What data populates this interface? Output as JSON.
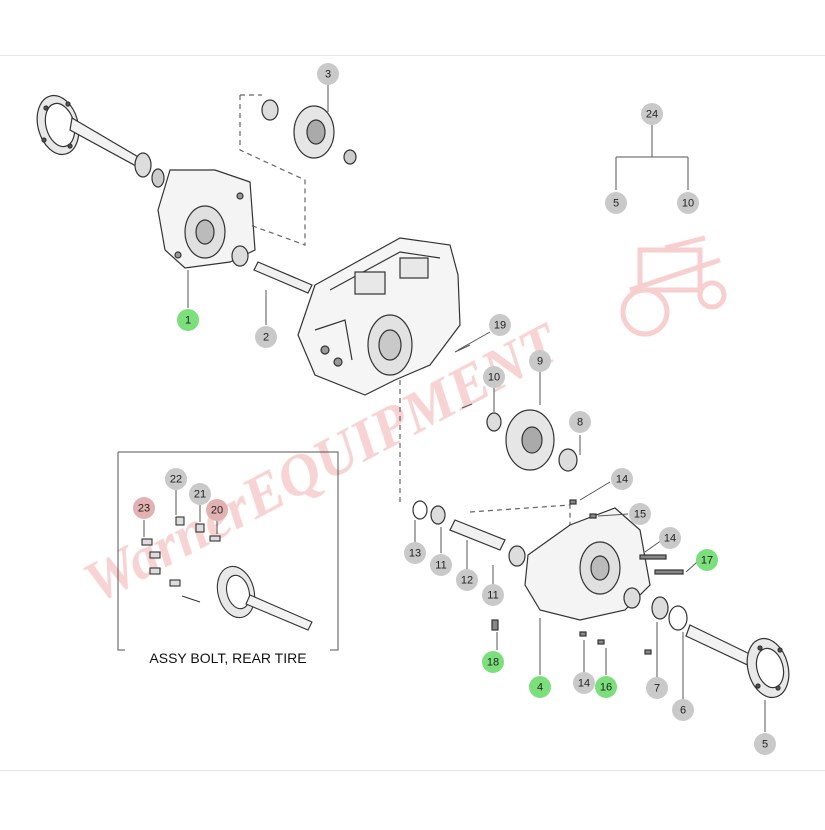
{
  "diagram": {
    "inset_caption": "ASSY BOLT, REAR TIRE",
    "watermark": "WarnerEQUIPMENT",
    "colors": {
      "callout_gray": "#c9c9c9",
      "callout_green": "#7be07b",
      "callout_pink": "#e3b1b1",
      "line": "#333333",
      "watermark": "#f2b8b8"
    },
    "callouts": [
      {
        "id": "c1",
        "num": "1",
        "color": "green"
      },
      {
        "id": "c2",
        "num": "2",
        "color": "gray"
      },
      {
        "id": "c3",
        "num": "3",
        "color": "gray"
      },
      {
        "id": "c4",
        "num": "4",
        "color": "green"
      },
      {
        "id": "c5a",
        "num": "5",
        "color": "gray"
      },
      {
        "id": "c5b",
        "num": "5",
        "color": "gray"
      },
      {
        "id": "c6",
        "num": "6",
        "color": "gray"
      },
      {
        "id": "c7",
        "num": "7",
        "color": "gray"
      },
      {
        "id": "c8",
        "num": "8",
        "color": "gray"
      },
      {
        "id": "c9",
        "num": "9",
        "color": "gray"
      },
      {
        "id": "c10a",
        "num": "10",
        "color": "gray"
      },
      {
        "id": "c10b",
        "num": "10",
        "color": "gray"
      },
      {
        "id": "c11a",
        "num": "11",
        "color": "gray"
      },
      {
        "id": "c11b",
        "num": "11",
        "color": "gray"
      },
      {
        "id": "c12",
        "num": "12",
        "color": "gray"
      },
      {
        "id": "c13",
        "num": "13",
        "color": "gray"
      },
      {
        "id": "c14a",
        "num": "14",
        "color": "gray"
      },
      {
        "id": "c14b",
        "num": "14",
        "color": "gray"
      },
      {
        "id": "c14c",
        "num": "14",
        "color": "gray"
      },
      {
        "id": "c15",
        "num": "15",
        "color": "gray"
      },
      {
        "id": "c16",
        "num": "16",
        "color": "green"
      },
      {
        "id": "c17",
        "num": "17",
        "color": "green"
      },
      {
        "id": "c18",
        "num": "18",
        "color": "green"
      },
      {
        "id": "c19",
        "num": "19",
        "color": "gray"
      },
      {
        "id": "c20",
        "num": "20",
        "color": "pink"
      },
      {
        "id": "c21",
        "num": "21",
        "color": "gray"
      },
      {
        "id": "c22",
        "num": "22",
        "color": "gray"
      },
      {
        "id": "c23",
        "num": "23",
        "color": "pink"
      },
      {
        "id": "c24",
        "num": "24",
        "color": "gray"
      }
    ]
  }
}
